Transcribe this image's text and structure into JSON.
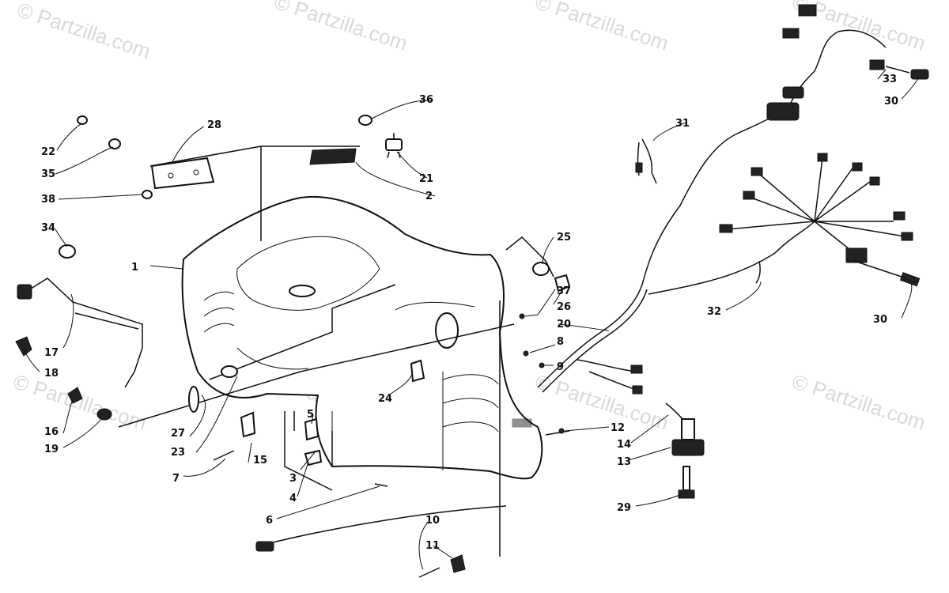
{
  "watermark": "© Partzilla.com",
  "callouts": [
    "1",
    "2",
    "3",
    "4",
    "5",
    "6",
    "7",
    "8",
    "9",
    "10",
    "11",
    "12",
    "13",
    "14",
    "15",
    "16",
    "17",
    "18",
    "19",
    "20",
    "21",
    "22",
    "23",
    "24",
    "25",
    "26",
    "27",
    "28",
    "29",
    "30",
    "30",
    "31",
    "32",
    "33",
    "34",
    "35",
    "36",
    "37",
    "38"
  ]
}
